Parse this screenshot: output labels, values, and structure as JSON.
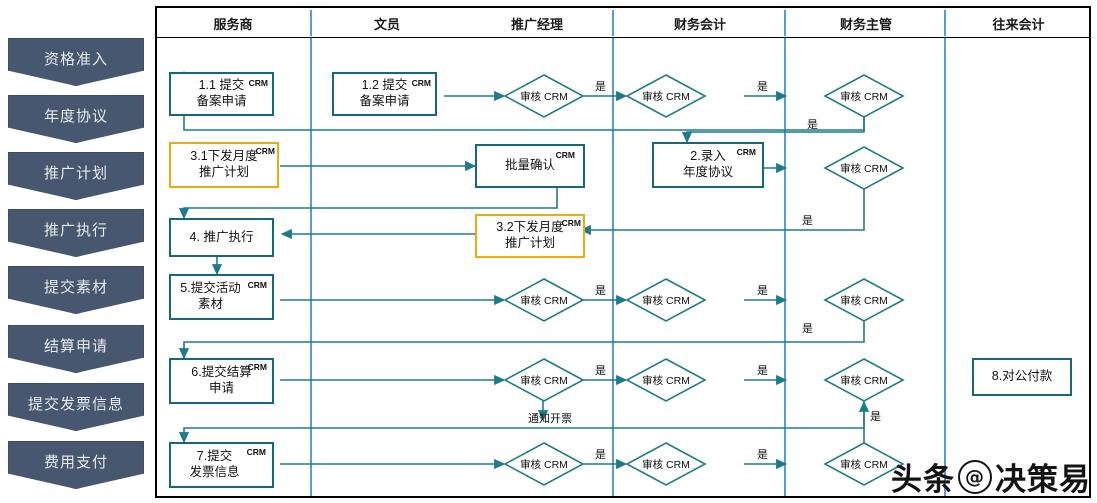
{
  "stages": {
    "items": [
      {
        "label": "资格准入"
      },
      {
        "label": "年度协议"
      },
      {
        "label": "推广计划"
      },
      {
        "label": "推广执行"
      },
      {
        "label": "提交素材"
      },
      {
        "label": "结算申请"
      },
      {
        "label": "提交发票信息"
      },
      {
        "label": "费用支付"
      }
    ]
  },
  "lanes": [
    {
      "title": "服务商"
    },
    {
      "title": "文员"
    },
    {
      "title": "推广经理"
    },
    {
      "title": "财务会计"
    },
    {
      "title": "财务主管"
    },
    {
      "title": "往来会计"
    }
  ],
  "nodes": [
    {
      "id": "n11",
      "text": "1.1 提交\n备案申请",
      "sup": "CRM",
      "shape": "process",
      "style": "teal"
    },
    {
      "id": "n12",
      "text": "1.2 提交\n备案申请",
      "sup": "CRM",
      "shape": "process",
      "style": "teal"
    },
    {
      "id": "d1a",
      "text": "审核 CRM",
      "sup": "",
      "shape": "decision"
    },
    {
      "id": "d1b",
      "text": "审核 CRM",
      "sup": "",
      "shape": "decision"
    },
    {
      "id": "d1c",
      "text": "审核 CRM",
      "sup": "",
      "shape": "decision"
    },
    {
      "id": "n31",
      "text": "3.1下发月度\n推广计划",
      "sup": "CRM",
      "shape": "process",
      "style": "amber"
    },
    {
      "id": "nbc",
      "text": "批量确认",
      "sup": "CRM",
      "shape": "process",
      "style": "teal"
    },
    {
      "id": "n2",
      "text": "2.录入\n年度协议",
      "sup": "CRM",
      "shape": "process",
      "style": "teal"
    },
    {
      "id": "d2a",
      "text": "审核 CRM",
      "sup": "",
      "shape": "decision"
    },
    {
      "id": "n4",
      "text": "4. 推广执行",
      "sup": "",
      "shape": "process",
      "style": "teal"
    },
    {
      "id": "n32",
      "text": "3.2下发月度\n推广计划",
      "sup": "CRM",
      "shape": "process",
      "style": "amber"
    },
    {
      "id": "n5",
      "text": "5.提交活动\n素材",
      "sup": "CRM",
      "shape": "process",
      "style": "teal"
    },
    {
      "id": "d5a",
      "text": "审核 CRM",
      "sup": "",
      "shape": "decision"
    },
    {
      "id": "d5b",
      "text": "审核 CRM",
      "sup": "",
      "shape": "decision"
    },
    {
      "id": "d5c",
      "text": "审核 CRM",
      "sup": "",
      "shape": "decision"
    },
    {
      "id": "n6",
      "text": "6.提交结算\n申请",
      "sup": "CRM",
      "shape": "process",
      "style": "teal"
    },
    {
      "id": "d6a",
      "text": "审核  CRM",
      "sup": "",
      "shape": "decision"
    },
    {
      "id": "d6b",
      "text": "审核 CRM",
      "sup": "",
      "shape": "decision"
    },
    {
      "id": "d6c",
      "text": "审核 CRM",
      "sup": "",
      "shape": "decision"
    },
    {
      "id": "n8",
      "text": "8.对公付款",
      "sup": "",
      "shape": "process",
      "style": "teal"
    },
    {
      "id": "n7",
      "text": "7.提交\n发票信息",
      "sup": "CRM",
      "shape": "process",
      "style": "teal"
    },
    {
      "id": "d7a",
      "text": "审核 CRM",
      "sup": "",
      "shape": "decision"
    },
    {
      "id": "d7b",
      "text": "审核 CRM",
      "sup": "",
      "shape": "decision"
    },
    {
      "id": "d7c",
      "text": "审核 CRM",
      "sup": "",
      "shape": "decision"
    }
  ],
  "edge_labels": [
    {
      "id": "e1",
      "text": "是"
    },
    {
      "id": "e2",
      "text": "是"
    },
    {
      "id": "e3",
      "text": "是"
    },
    {
      "id": "e4",
      "text": "是"
    },
    {
      "id": "e5",
      "text": "是"
    },
    {
      "id": "e6",
      "text": "是"
    },
    {
      "id": "e7",
      "text": "是"
    },
    {
      "id": "e8",
      "text": "是"
    },
    {
      "id": "e9",
      "text": "是"
    },
    {
      "id": "e10",
      "text": "是"
    },
    {
      "id": "e11",
      "text": "是"
    },
    {
      "id": "e12",
      "text": "通知开票"
    },
    {
      "id": "e13",
      "text": "是"
    }
  ],
  "watermark": {
    "head": "头条",
    "at": "@",
    "name": "决策易"
  },
  "colors": {
    "stage_fill": "#46576f",
    "stage_text": "#e8eaed",
    "lane_divider": "#5b9bd5",
    "connector": "#1e7b8c",
    "node_teal": "#13697a",
    "node_amber": "#f0aa10"
  }
}
